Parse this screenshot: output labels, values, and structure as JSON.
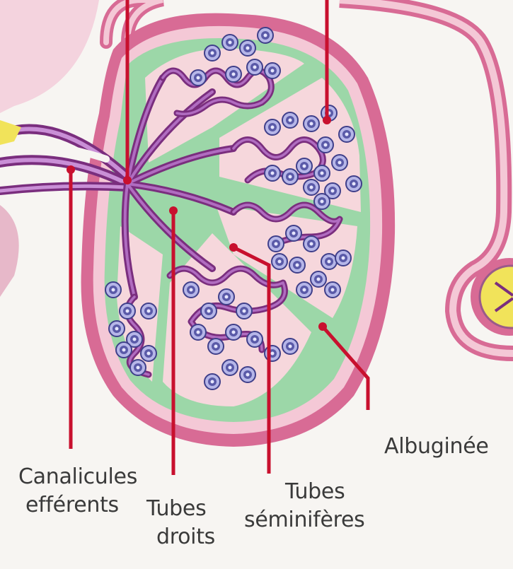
{
  "labels": {
    "canalicules": {
      "line1": "Canalicules",
      "line2": "efférents"
    },
    "tubes_droits": {
      "line1": "Tubes",
      "line2": "droits"
    },
    "tubes_seminiferes": {
      "line1": "Tubes",
      "line2": "séminifères"
    },
    "albuginee": {
      "line1": "Albuginée"
    }
  },
  "colors": {
    "background": "#f7f5f2",
    "capsule_outer": "#d86b95",
    "capsule_fill": "#f4c8d6",
    "lobule_septa": "#9cd7a8",
    "lobule_fill": "#f6d7dc",
    "tubule_stroke": "#7a2e7e",
    "tubule_inner": "#b06cc0",
    "cell_fill": "#5a5aa8",
    "cell_ring": "#b6b6e8",
    "leader_line": "#c8102e",
    "yellow_structure": "#f1e35a"
  },
  "icons": [
    "germ-cell-icon"
  ]
}
